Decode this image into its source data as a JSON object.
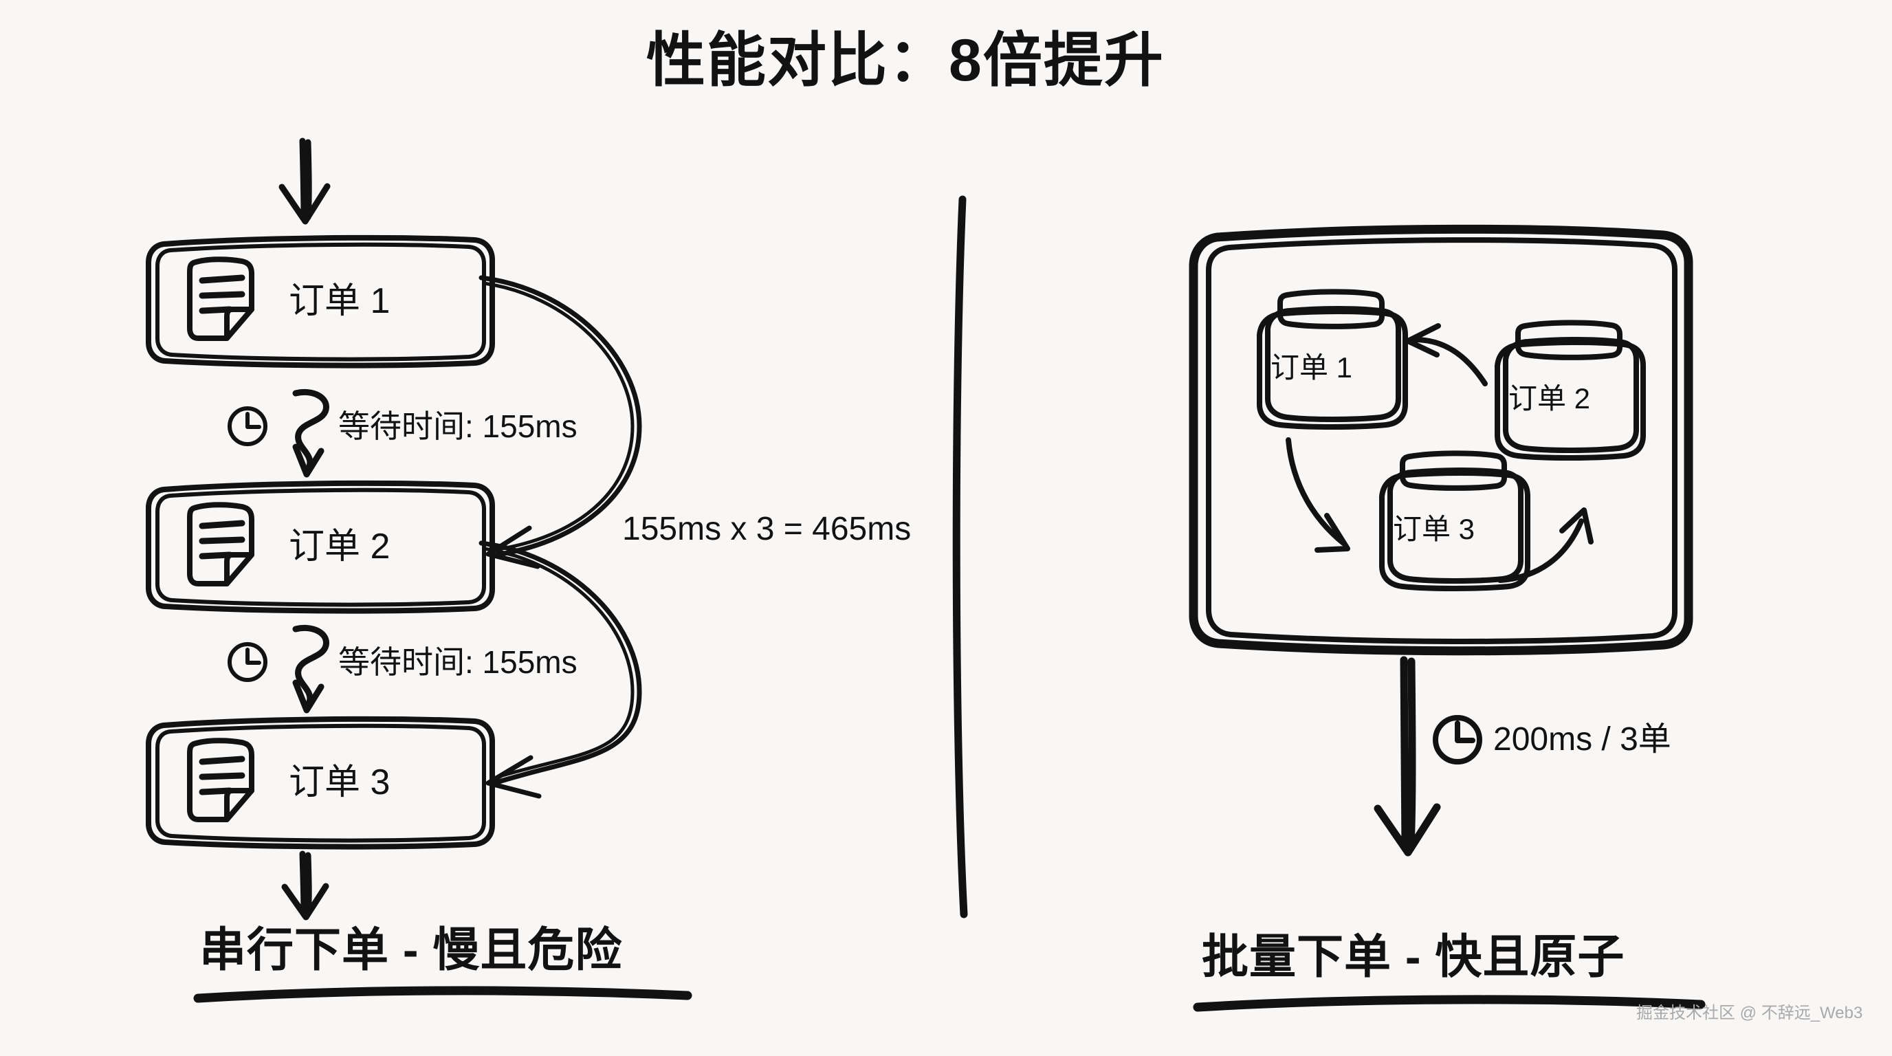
{
  "meta": {
    "background_color": "#f9f7f5",
    "ink_color": "#121212",
    "watermark_color": "#a9a9a9"
  },
  "header": {
    "title": "性能对比：8倍提升"
  },
  "left_panel": {
    "caption": "串行下单 - 慢且危险",
    "steps": [
      {
        "label": "订单 1",
        "icon": "document-icon"
      },
      {
        "label": "订单 2",
        "icon": "document-icon"
      },
      {
        "label": "订单 3",
        "icon": "document-icon"
      }
    ],
    "waits": [
      {
        "label": "等待时间: 155ms",
        "icon": "clock-icon"
      },
      {
        "label": "等待时间: 155ms",
        "icon": "clock-icon"
      }
    ],
    "total_label": "155ms x 3 = 465ms"
  },
  "right_panel": {
    "caption": "批量下单 - 快且原子",
    "cards": [
      {
        "label": "订单 1",
        "icon": "clipboard-icon"
      },
      {
        "label": "订单 2",
        "icon": "clipboard-icon"
      },
      {
        "label": "订单 3",
        "icon": "clipboard-icon"
      }
    ],
    "time_label": "200ms / 3单",
    "time_icon": "clock-icon"
  },
  "footer": {
    "watermark": "掘金技术社区 @ 不辞远_Web3"
  },
  "chart_data": {
    "type": "diagram",
    "title": "性能对比：8倍提升",
    "comparison": [
      {
        "name": "串行下单 - 慢且危险",
        "mode": "serial",
        "per_wait_ms": 155,
        "count": 3,
        "total_ms": 465,
        "formula": "155ms x 3 = 465ms",
        "items": [
          "订单 1",
          "订单 2",
          "订单 3"
        ]
      },
      {
        "name": "批量下单 - 快且原子",
        "mode": "batch",
        "total_ms": 200,
        "count": 3,
        "formula": "200ms / 3单",
        "items": [
          "订单 1",
          "订单 2",
          "订单 3"
        ]
      }
    ],
    "speedup": 8
  }
}
